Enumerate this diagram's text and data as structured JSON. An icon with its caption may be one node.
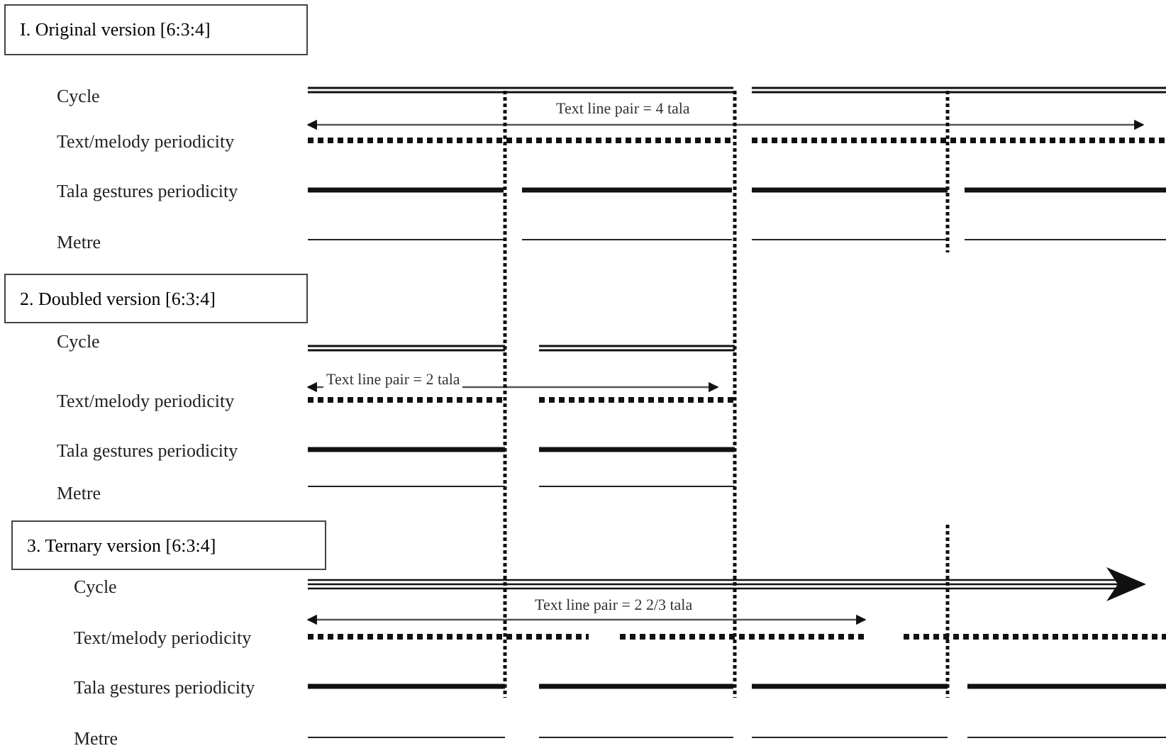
{
  "diagram": {
    "nodes": [
      {
        "text": [
          "I. Original version [6:3:4]"
        ]
      },
      {
        "text": [
          "2. Doubled version [6:3:4]"
        ]
      },
      {
        "text": [
          "3. Ternary version [6:3:4]"
        ]
      }
    ],
    "labels": [
      "Cycle",
      "Text line pair = 4 tala",
      "Text/melody periodicity",
      "Tala gestures periodicity",
      "Metre",
      "Cycle",
      "Text line pair = 2 tala",
      "Text/melody periodicity",
      "Tala gestures periodicity",
      "Metre",
      "Cycle",
      "Text line pair = 2 2/3 tala",
      "Text/melody periodicity",
      "Tala gestures periodicity",
      "Metre"
    ]
  }
}
